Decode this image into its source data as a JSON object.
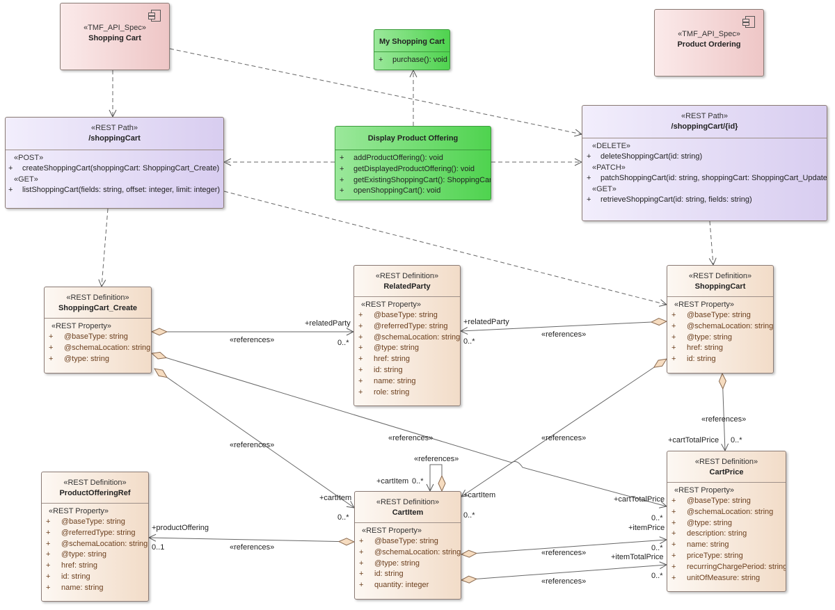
{
  "boxes": {
    "spec_shopping_cart": {
      "stereotype": "«TMF_API_Spec»",
      "name": "Shopping Cart"
    },
    "spec_product_ordering": {
      "stereotype": "«TMF_API_Spec»",
      "name": "Product Ordering"
    },
    "my_shopping_cart": {
      "name": "My Shopping Cart",
      "ops": [
        "purchase(): void"
      ]
    },
    "display_product_offering": {
      "name": "Display Product Offering",
      "ops": [
        "addProductOffering(): void",
        "getDisplayedProductOffering(): void",
        "getExistingShoppingCart(): ShoppingCart",
        "openShoppingCart(): void"
      ]
    },
    "path_shopping_cart": {
      "stereotype": "«REST Path»",
      "name": "/shoppingCart",
      "sections": [
        {
          "stereotype": "«POST»",
          "rows": [
            "createShoppingCart(shoppingCart: ShoppingCart_Create)"
          ]
        },
        {
          "stereotype": "«GET»",
          "rows": [
            "listShoppingCart(fields: string, offset: integer, limit: integer)"
          ]
        }
      ]
    },
    "path_shopping_cart_id": {
      "stereotype": "«REST Path»",
      "name": "/shoppingCart/{id}",
      "sections": [
        {
          "stereotype": "«DELETE»",
          "rows": [
            "deleteShoppingCart(id: string)"
          ]
        },
        {
          "stereotype": "«PATCH»",
          "rows": [
            "patchShoppingCart(id: string, shoppingCart: ShoppingCart_Update)"
          ]
        },
        {
          "stereotype": "«GET»",
          "rows": [
            "retrieveShoppingCart(id: string, fields: string)"
          ]
        }
      ]
    },
    "def_shopping_cart_create": {
      "stereotype": "«REST Definition»",
      "name": "ShoppingCart_Create",
      "prop_stereotype": "«REST Property»",
      "rows": [
        "@baseType: string",
        "@schemaLocation: string",
        "@type: string"
      ]
    },
    "def_related_party": {
      "stereotype": "«REST Definition»",
      "name": "RelatedParty",
      "prop_stereotype": "«REST Property»",
      "rows": [
        "@baseType: string",
        "@referredType: string",
        "@schemaLocation: string",
        "@type: string",
        "href: string",
        "id: string",
        "name: string",
        "role: string"
      ]
    },
    "def_shopping_cart": {
      "stereotype": "«REST Definition»",
      "name": "ShoppingCart",
      "prop_stereotype": "«REST Property»",
      "rows": [
        "@baseType: string",
        "@schemaLocation: string",
        "@type: string",
        "href: string",
        "id: string"
      ]
    },
    "def_product_offering_ref": {
      "stereotype": "«REST Definition»",
      "name": "ProductOfferingRef",
      "prop_stereotype": "«REST Property»",
      "rows": [
        "@baseType: string",
        "@referredType: string",
        "@schemaLocation: string",
        "@type: string",
        "href: string",
        "id: string",
        "name: string"
      ]
    },
    "def_cart_item": {
      "stereotype": "«REST Definition»",
      "name": "CartItem",
      "prop_stereotype": "«REST Property»",
      "rows": [
        "@baseType: string",
        "@schemaLocation: string",
        "@type: string",
        "id: string",
        "quantity: integer"
      ]
    },
    "def_cart_price": {
      "stereotype": "«REST Definition»",
      "name": "CartPrice",
      "prop_stereotype": "«REST Property»",
      "rows": [
        "@baseType: string",
        "@schemaLocation: string",
        "@type: string",
        "description: string",
        "name: string",
        "priceType: string",
        "recurringChargePeriod: string",
        "unitOfMeasure: string"
      ]
    }
  },
  "edge_labels": {
    "references": "«references»",
    "related_party": "+relatedParty",
    "many": "0..*",
    "one": "0..1",
    "cart_total_price": "+cartTotalPrice",
    "cart_item": "+cartItem",
    "item_price": "+itemPrice",
    "item_total_price": "+itemTotalPrice",
    "product_offering": "+productOffering"
  },
  "plus": "+"
}
